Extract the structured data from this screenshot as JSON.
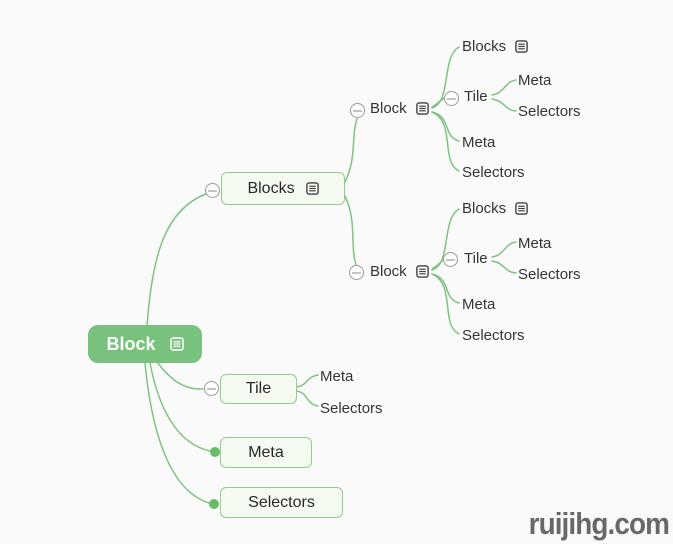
{
  "canvas": {
    "background": "#fafafa",
    "colors": {
      "root_fill": "#79c27e",
      "box_fill": "#f4faf0",
      "box_border": "#94cb8f",
      "connector": "#80c382",
      "topic_text": "#343434",
      "collapse_border": "#9a9a9a",
      "branch_dot": "#67bd67",
      "watermark": "#686868"
    }
  },
  "watermark": {
    "text": "ruijihg.com"
  },
  "mindmap": {
    "root": {
      "label": "Block",
      "has_note": true,
      "children": [
        {
          "label": "Blocks",
          "has_note": true,
          "collapse": "minus",
          "children": [
            {
              "label": "Block",
              "has_note": true,
              "collapse": "minus",
              "children": [
                {
                  "label": "Blocks",
                  "has_note": true
                },
                {
                  "label": "Tile",
                  "collapse": "minus",
                  "children": [
                    {
                      "label": "Meta"
                    },
                    {
                      "label": "Selectors"
                    }
                  ]
                },
                {
                  "label": "Meta"
                },
                {
                  "label": "Selectors"
                }
              ]
            },
            {
              "label": "Block",
              "has_note": true,
              "collapse": "minus",
              "children": [
                {
                  "label": "Blocks",
                  "has_note": true
                },
                {
                  "label": "Tile",
                  "collapse": "minus",
                  "children": [
                    {
                      "label": "Meta"
                    },
                    {
                      "label": "Selectors"
                    }
                  ]
                },
                {
                  "label": "Meta"
                },
                {
                  "label": "Selectors"
                }
              ]
            }
          ]
        },
        {
          "label": "Tile",
          "collapse": "minus",
          "children": [
            {
              "label": "Meta"
            },
            {
              "label": "Selectors"
            }
          ]
        },
        {
          "label": "Meta",
          "collapse": "dot"
        },
        {
          "label": "Selectors",
          "collapse": "dot"
        }
      ]
    }
  }
}
